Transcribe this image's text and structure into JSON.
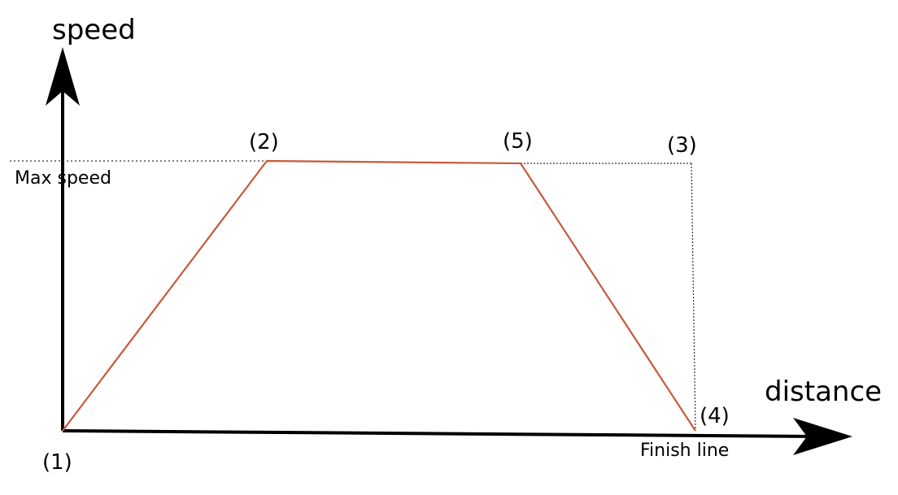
{
  "axes": {
    "y_title": "speed",
    "x_title": "distance"
  },
  "labels": {
    "max_speed": "Max speed",
    "finish_line": "Finish line"
  },
  "points": {
    "p1": "(1)",
    "p2": "(2)",
    "p3": "(3)",
    "p4": "(4)",
    "p5": "(5)"
  },
  "colors": {
    "profile_line": "#c8593b",
    "axis": "#000000",
    "guide": "#333333"
  }
}
